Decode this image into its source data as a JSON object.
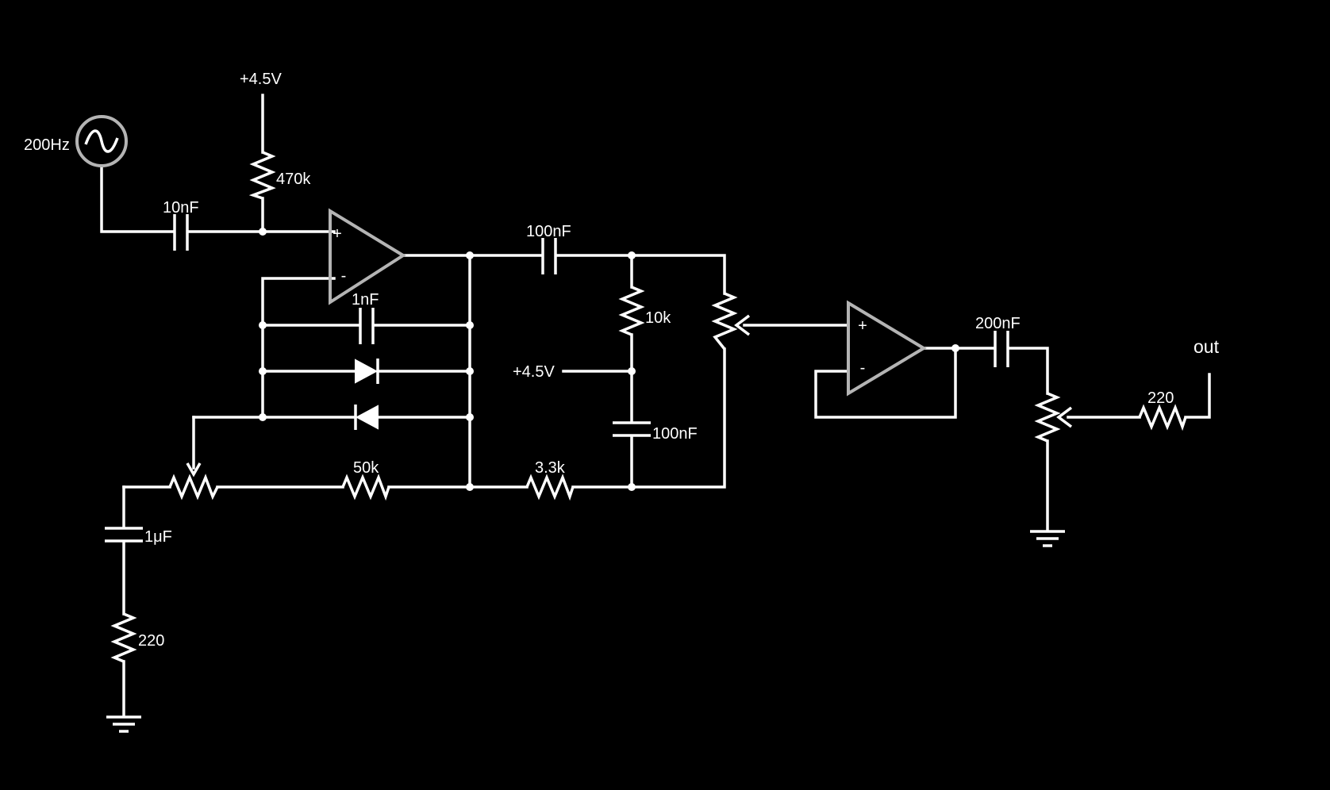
{
  "labels": {
    "source_freq": "200Hz",
    "supply_top": "+4.5V",
    "supply_mid": "+4.5V",
    "r_470k": "470k",
    "c_10nF": "10nF",
    "c_100nF_top": "100nF",
    "c_1nF": "1nF",
    "r_10k": "10k",
    "c_100nF_mid": "100nF",
    "r_50k": "50k",
    "r_3_3k": "3.3k",
    "c_1uF": "1μF",
    "r_220_left": "220",
    "c_200nF": "200nF",
    "r_220_right": "220",
    "output": "out"
  },
  "opamp1": {
    "plus": "+",
    "minus": "-"
  },
  "opamp2": {
    "plus": "+",
    "minus": "-"
  },
  "colors": {
    "background": "#000000",
    "wire": "#ffffff",
    "opamp_outline": "#b4b4b4"
  }
}
